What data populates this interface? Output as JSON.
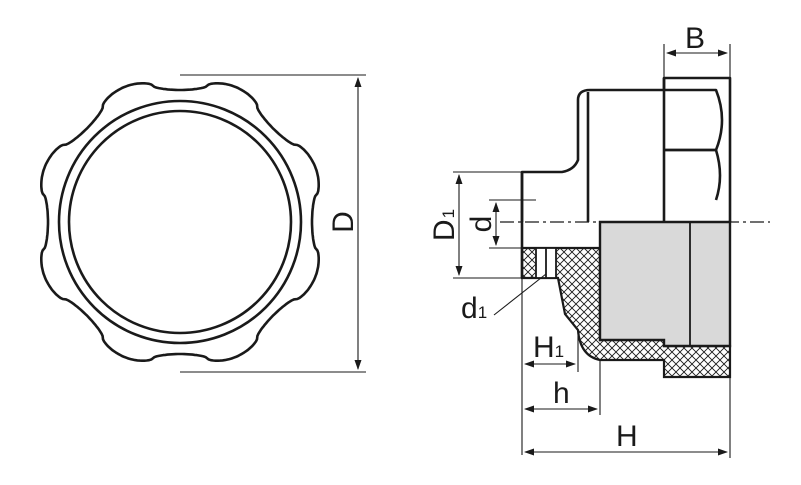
{
  "labels": {
    "D": "D",
    "B": "B",
    "D1_main": "D",
    "D1_sub": "1",
    "d": "d",
    "d1_main": "d",
    "d1_sub": "1",
    "H1_main": "H",
    "H1_sub": "1",
    "h": "h",
    "H": "H"
  },
  "colors": {
    "line": "#1a1a1a",
    "insert_fill": "#d9d9d9",
    "hatch": "#1a1a1a",
    "background": "#ffffff"
  }
}
